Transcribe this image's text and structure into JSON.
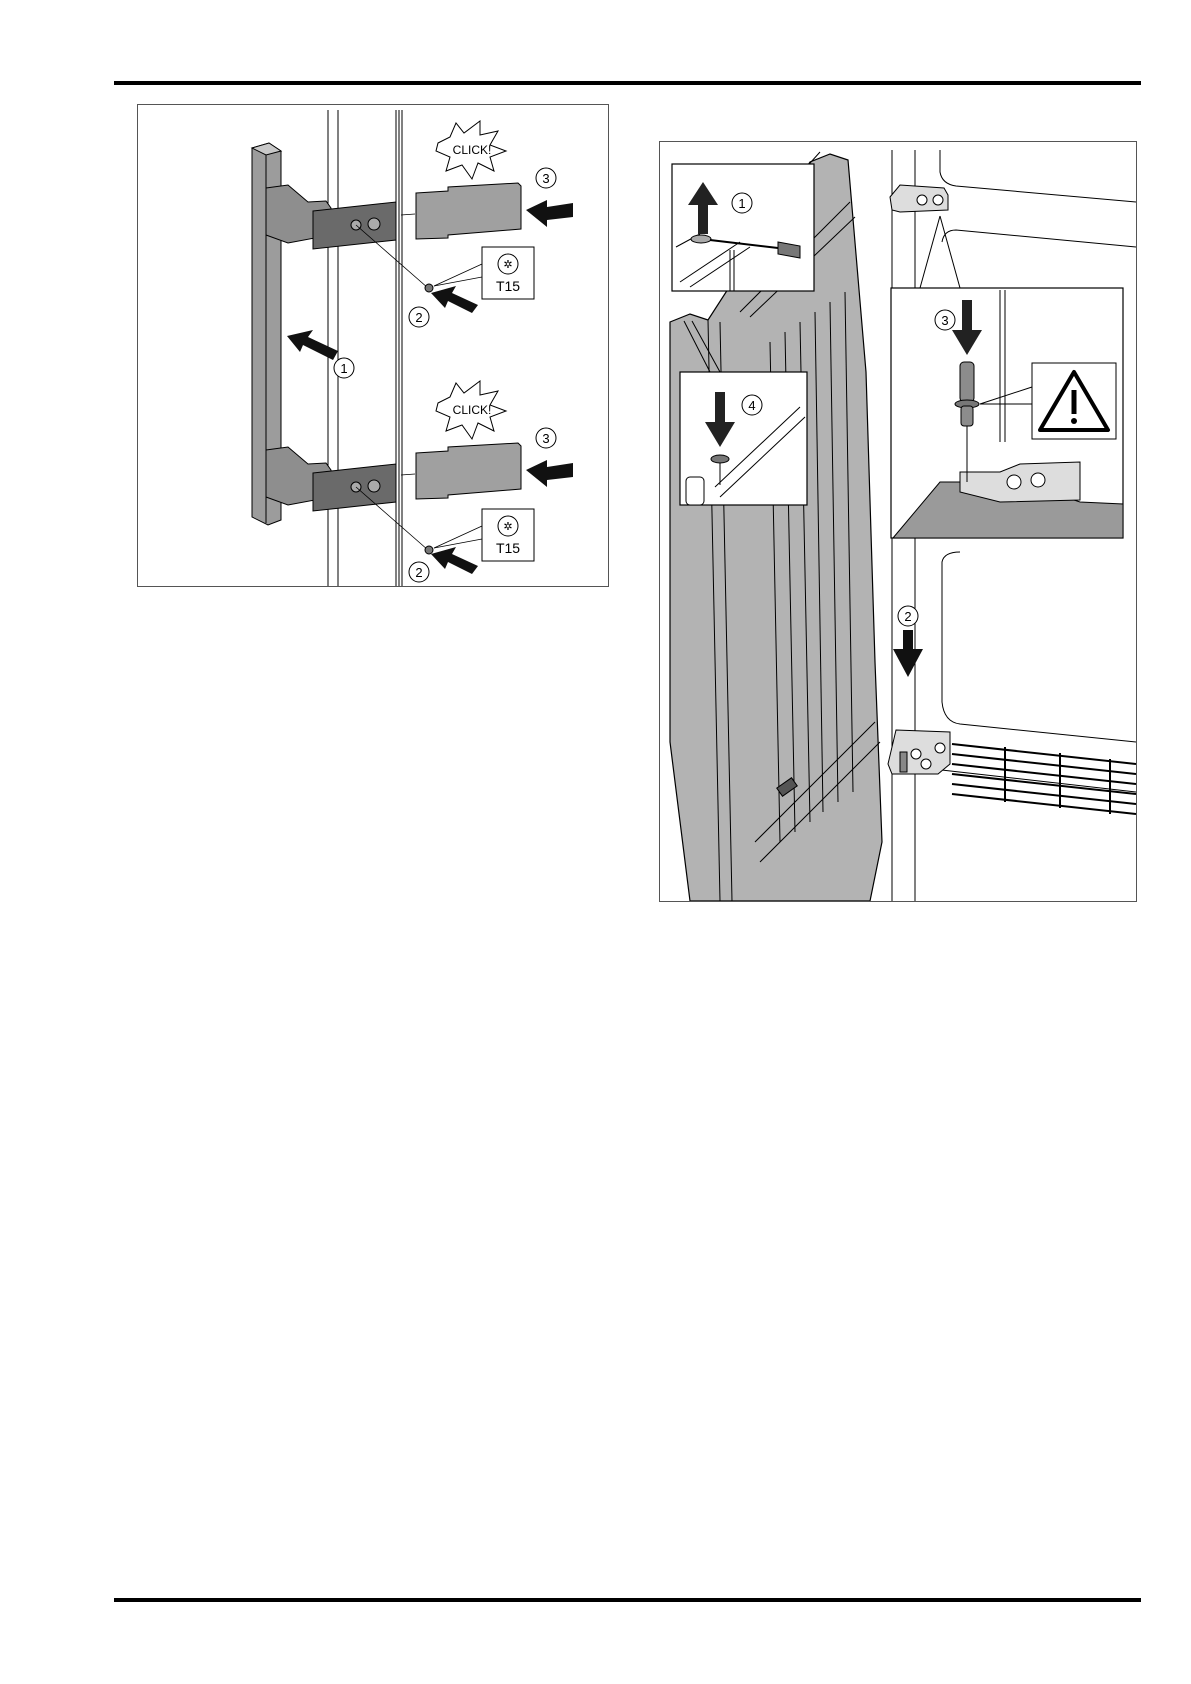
{
  "page": {
    "header_rule": true,
    "footer_rule": true
  },
  "figures": [
    {
      "id": "handle-mounting",
      "callouts": [
        {
          "number": "1",
          "meaning": "push handle onto door"
        },
        {
          "number": "2",
          "meaning": "insert screw",
          "label": "2"
        },
        {
          "number": "3",
          "meaning": "slide on cover cap",
          "label": "3"
        }
      ],
      "labels": {
        "click_top": "CLICK!",
        "click_bottom": "CLICK!",
        "tool_top": "T15",
        "tool_bottom": "T15",
        "num_1": "1",
        "num_2_top": "2",
        "num_2_bottom": "2",
        "num_3_top": "3",
        "num_3_bottom": "3"
      },
      "icons": [
        "torx-icon",
        "arrow-icon",
        "click-burst-icon"
      ]
    },
    {
      "id": "door-hinge-removal",
      "labels": {
        "num_1": "1",
        "num_2": "2",
        "num_3": "3",
        "num_4": "4"
      },
      "icons": [
        "warning-triangle-icon",
        "arrow-up-icon",
        "arrow-down-icon",
        "screwdriver-icon",
        "hinge-pin-icon"
      ]
    }
  ],
  "colors": {
    "part_gray": "#a8a8a8",
    "dark_gray": "#5a5a5a",
    "arrow": "#222222",
    "line": "#000000"
  }
}
